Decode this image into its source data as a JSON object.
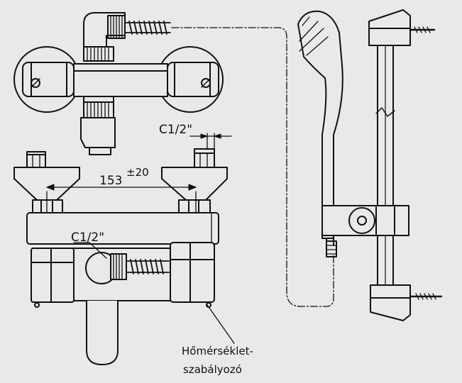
{
  "labels": {
    "thread_top": "C1/2\"",
    "distance_value": "153",
    "distance_tolerance": "±20",
    "thread_bottom": "C1/2\"",
    "callout_line1": "Hőmérséklet-",
    "callout_line2": "szabályozó"
  },
  "colors": {
    "background": "#e9e9e9",
    "line": "#111111",
    "fill": "#e9e9e9"
  }
}
